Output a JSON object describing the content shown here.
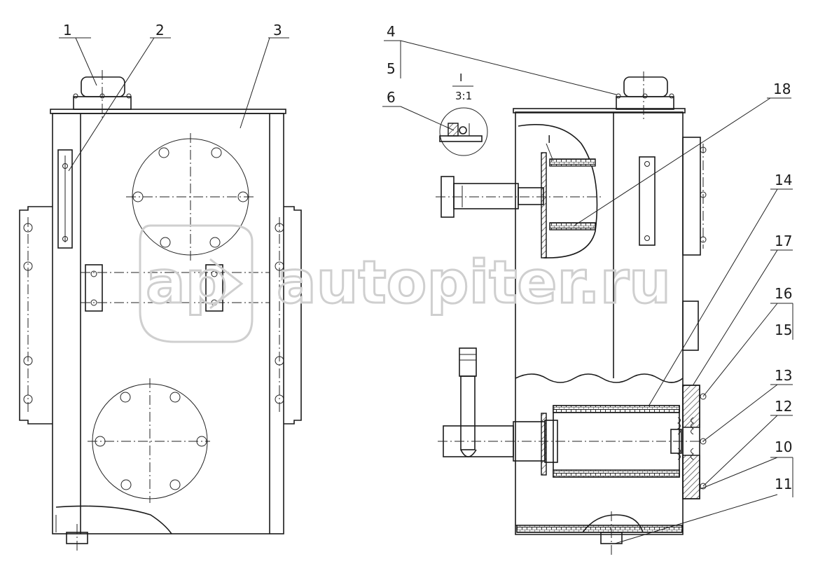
{
  "callouts": {
    "c1": "1",
    "c2": "2",
    "c3": "3",
    "c4": "4",
    "c5": "5",
    "c6": "6",
    "c10": "10",
    "c11": "11",
    "c12": "12",
    "c13": "13",
    "c14": "14",
    "c15": "15",
    "c16": "16",
    "c17": "17",
    "c18": "18"
  },
  "detail": {
    "name": "I",
    "scale": "3:1",
    "section_mark": "I"
  },
  "watermark": {
    "text": "autopiter.ru",
    "logo": "ap"
  }
}
